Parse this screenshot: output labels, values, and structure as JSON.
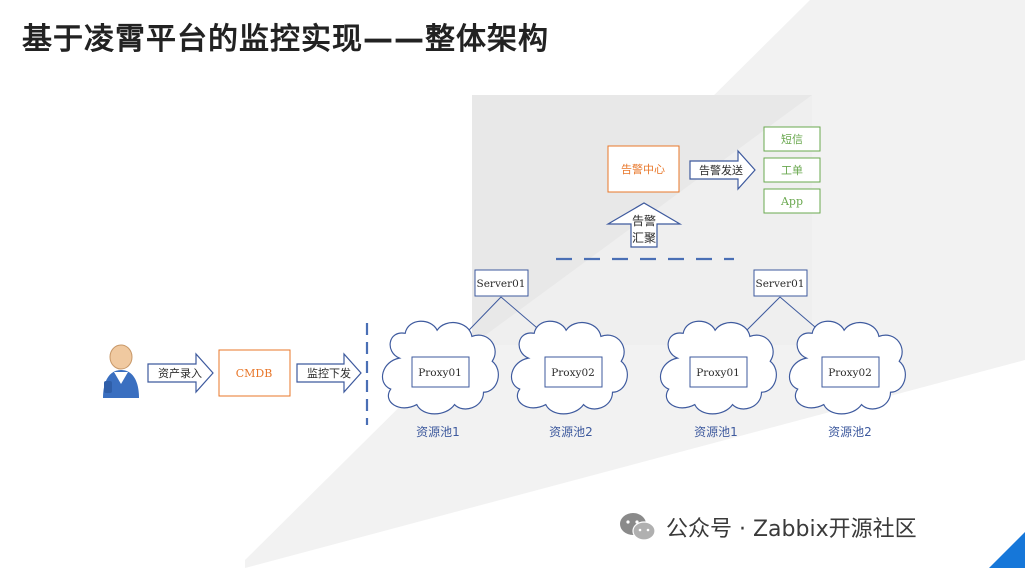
{
  "title": "基于凌霄平台的监控实现——整体架构",
  "watermark": "公众号 · Zabbix开源社区",
  "watermark_icon": "wechat-icon",
  "user_icon": "user-person-icon",
  "colors": {
    "blue": "#3e5a9e",
    "orange": "#e8772a",
    "green": "#6aa84f",
    "panel": "#f2f2f2",
    "corner": "#1677d9"
  },
  "flow": {
    "asset_entry": "资产录入",
    "cmdb": "CMDB",
    "monitor_dispatch": "监控下发"
  },
  "alert": {
    "aggregation_line1": "告警",
    "aggregation_line2": "汇聚",
    "center": "告警中心",
    "send": "告警发送",
    "channels": [
      "短信",
      "工单",
      "App"
    ]
  },
  "groups": [
    {
      "server": "Server01",
      "proxies": [
        "Proxy01",
        "Proxy02"
      ],
      "pools": [
        "资源池1",
        "资源池2"
      ]
    },
    {
      "server": "Server01",
      "proxies": [
        "Proxy01",
        "Proxy02"
      ],
      "pools": [
        "资源池1",
        "资源池2"
      ]
    }
  ]
}
